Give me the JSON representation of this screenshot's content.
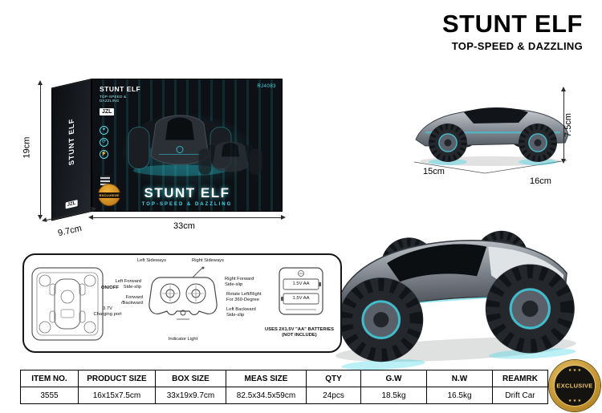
{
  "header": {
    "title": "STUNT ELF",
    "subtitle": "TOP-SPEED & DAZZLING"
  },
  "box": {
    "side_text": "STUNT ELF",
    "brand": "JZL",
    "model": "RJ4083",
    "front_small_title": "STUNT ELF",
    "front_small_tagline": "TOP-SPEED &\nDAZZLING",
    "front_title": "STUNT ELF",
    "front_subtitle": "TOP-SPEED & DAZZLING",
    "badge_text": "EXCLUSIVE",
    "dims": {
      "height": "19cm",
      "depth": "9.7cm",
      "width": "33cm"
    }
  },
  "photo": {
    "dims": {
      "height": "7.5cm",
      "left": "15cm",
      "right": "16cm"
    }
  },
  "diagram": {
    "remote": {
      "left_sideways": "Left Sideways",
      "right_sideways": "Right Sideways",
      "left_forward": "Left Forward\nSide-slip",
      "forward_backward": "Forward\n/Backward",
      "right_forward": "Right Forward\nSide-slip",
      "rotate": "Rotate Left/Right\nFor 360-Degree",
      "left_backward": "Left Backward\nSide-slip",
      "indicator": "Indicator Light"
    },
    "tray": {
      "on_off": "ON/OFF",
      "charging": "3.7V\nCharging port"
    },
    "battery": {
      "cell1": "1.5V AA",
      "cell2": "1.5V AA",
      "note": "USES 2X1.5V \"AA\" BATTERIES\n(NOT INCLUDE)"
    }
  },
  "table": {
    "headers": [
      "ITEM NO.",
      "PRODUCT SIZE",
      "BOX SIZE",
      "MEAS SIZE",
      "QTY",
      "G.W",
      "N.W",
      "REAMRK"
    ],
    "row": [
      "3555",
      "16x15x7.5cm",
      "33x19x9.7cm",
      "82.5x34.5x59cm",
      "24pcs",
      "18.5kg",
      "16.5kg",
      "Drift Car"
    ]
  },
  "badge": {
    "text": "EXCLUSIVE",
    "stars": "★ ★ ★"
  },
  "colors": {
    "accent": "#2ed8e8",
    "gold": "#d9b24a",
    "box_dark": "#0d1014"
  }
}
